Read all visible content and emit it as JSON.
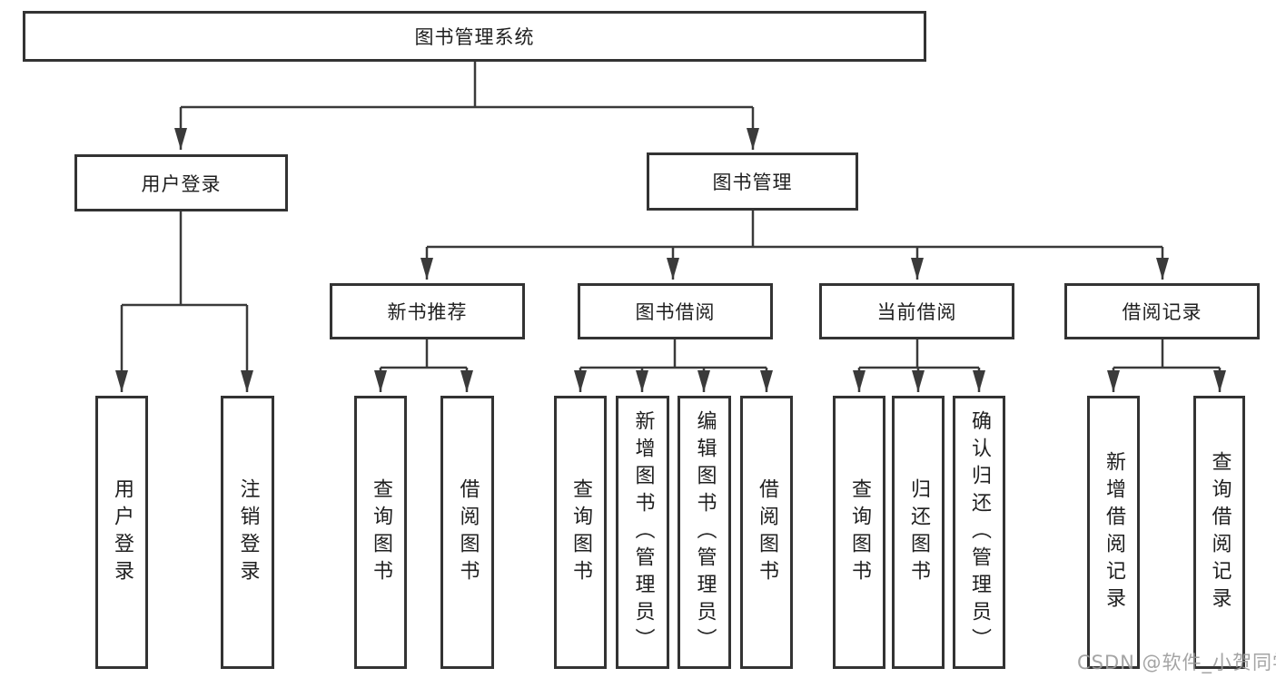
{
  "colors": {
    "line": "#3a3a3a",
    "box_border": "#333333",
    "text": "#1f1f1f",
    "watermark": "#9b9b9b",
    "background": "#ffffff"
  },
  "tree": {
    "root": {
      "label": "图书管理系统"
    },
    "level2": [
      {
        "label": "用户登录",
        "children": [
          "用户登录",
          "注销登录"
        ]
      },
      {
        "label": "图书管理"
      }
    ],
    "level3": [
      {
        "label": "新书推荐",
        "children": [
          "查询图书",
          "借阅图书"
        ]
      },
      {
        "label": "图书借阅",
        "children": [
          "查询图书",
          "新增图书（管理员）",
          "编辑图书（管理员）",
          "借阅图书"
        ]
      },
      {
        "label": "当前借阅",
        "children": [
          "查询图书",
          "归还图书",
          "确认归还（管理员）"
        ]
      },
      {
        "label": "借阅记录",
        "children": [
          "新增借阅记录",
          "查询借阅记录"
        ]
      }
    ]
  },
  "watermark": {
    "text": "CSDN @软件_小贺同学"
  }
}
